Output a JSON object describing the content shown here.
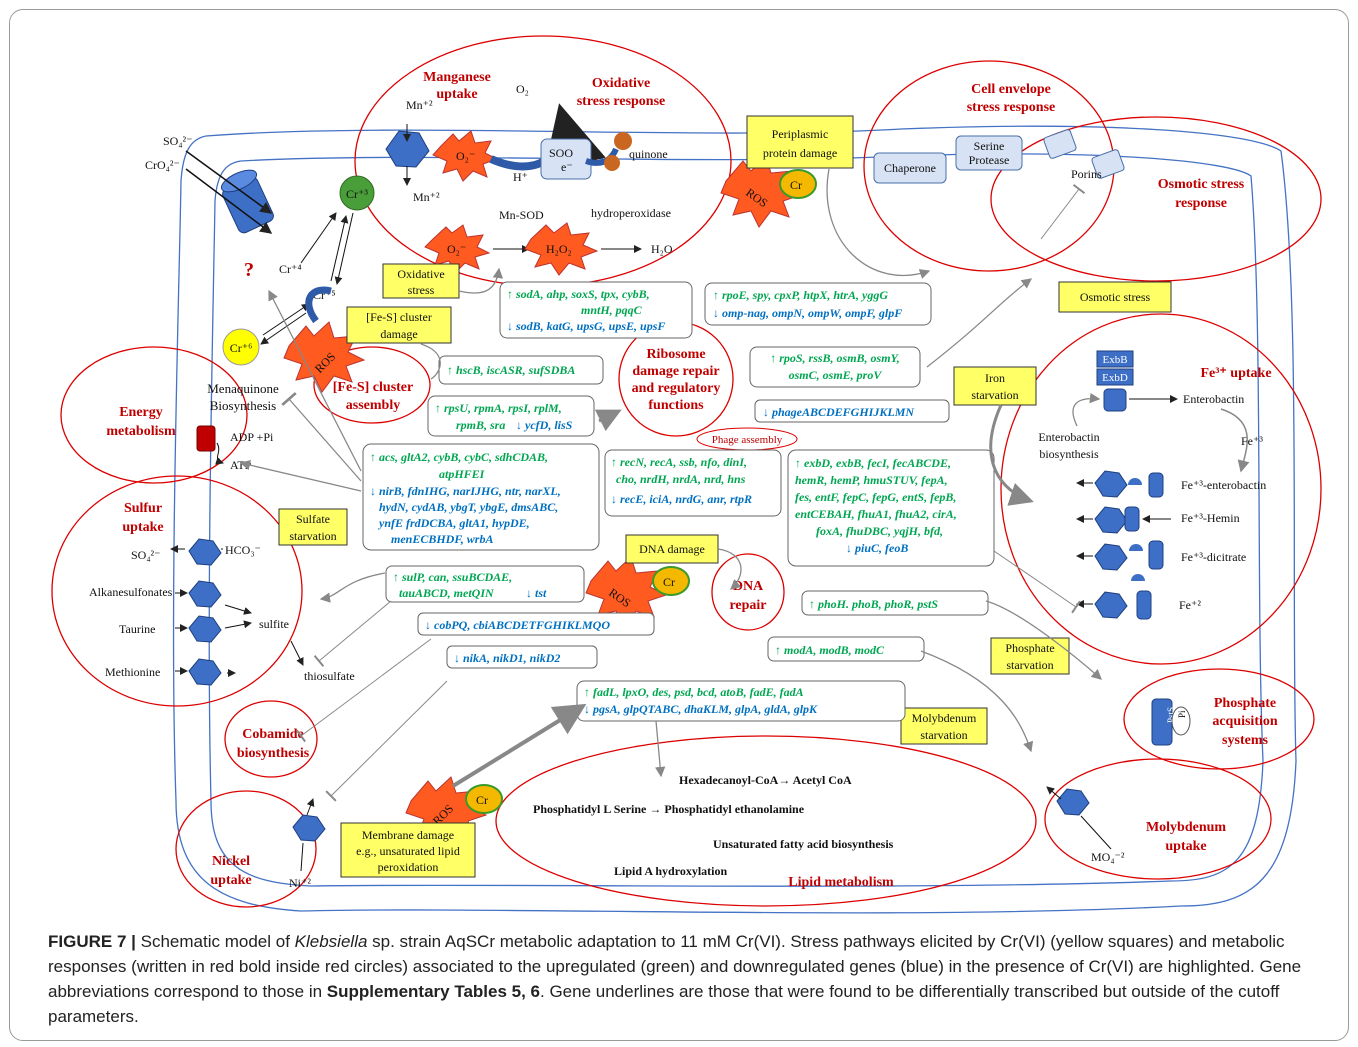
{
  "caption": {
    "figure": "FIGURE 7 |",
    "pre": "Schematic model of",
    "organism": "Klebsiella",
    "post": "sp. strain AqSCr metabolic adaptation to 11 mM Cr(VI). Stress pathways elicited by Cr(VI) (yellow squares) and metabolic responses (written in red bold inside red circles) associated to the upregulated (green) and downregulated genes (blue) in the presence of Cr(VI) are highlighted. Gene abbreviations correspond to those in",
    "tables": "Supplementary Tables 5, 6",
    "tail": ". Gene underlines are those that were found to be differentially transcribed but outside of the cutoff parameters."
  },
  "responses": {
    "manganese": [
      "Manganese",
      "uptake"
    ],
    "oxidative": [
      "Oxidative",
      "stress response"
    ],
    "cell_envelope": [
      "Cell envelope",
      "stress response"
    ],
    "osmotic": [
      "Osmotic stress",
      "response"
    ],
    "fe_uptake": "Fe³⁺ uptake",
    "energy": [
      "Energy",
      "metabolism"
    ],
    "fes_assembly": [
      "[Fe-S] cluster",
      "assembly"
    ],
    "ribosome": [
      "Ribosome",
      "damage repair",
      "and regulatory",
      "functions"
    ],
    "sulfur": [
      "Sulfur",
      "uptake"
    ],
    "dna_repair": [
      "DNA",
      "repair"
    ],
    "phosphate": [
      "Phosphate",
      "acquisition",
      "systems"
    ],
    "cobamide": [
      "Cobamide",
      "biosynthesis"
    ],
    "nickel": [
      "Nickel",
      "uptake"
    ],
    "lipid": "Lipid metabolism",
    "molybdenum": [
      "Molybdenum",
      "uptake"
    ]
  },
  "stresses": {
    "periplasmic": [
      "Periplasmic",
      "protein damage"
    ],
    "oxidative": [
      "Oxidative",
      "stress"
    ],
    "fes": [
      "[Fe-S] cluster",
      "damage"
    ],
    "osmotic": "Osmotic stress",
    "iron": [
      "Iron",
      "starvation"
    ],
    "sulfate": [
      "Sulfate",
      "starvation"
    ],
    "dna": "DNA damage",
    "phosphate": [
      "Phosphate",
      "starvation"
    ],
    "molybdenum": [
      "Molybdenum",
      "starvation"
    ],
    "membrane": [
      "Membrane damage",
      "e.g., unsaturated lipid",
      "peroxidation"
    ]
  },
  "genes": {
    "oxidative_up": [
      "↑ sodA, ahp, soxS, tpx, cybB,",
      "mntH, pqqC"
    ],
    "oxidative_down": "↓ sodB, katG, upsG, upsE, upsF",
    "envelope_up": "↑ rpoE, spy, cpxP, htpX, htrA, yggG",
    "envelope_down": "↓ omp-nag, ompN, ompW, ompF, glpF",
    "osmotic_up": [
      "↑ rpoS, rssB, osmB, osmY,",
      "osmC, osmE, proV"
    ],
    "phage_down": "↓ phageABCDEFGHIJKLMN",
    "fes_up": "↑ hscB, iscASR, sufSDBA",
    "ribo_up": [
      "↑ rpsU, rpmA, rpsI, rplM,",
      "rpmB, sra"
    ],
    "ribo_down": "↓ ycfD, lisS",
    "energy_up": [
      "↑ acs, gltA2, cybB, cybC, sdhCDAB,",
      "atpHFEI"
    ],
    "energy_down": [
      "↓ nirB, fdnIHG, narIJHG, ntr, narXL,",
      "hydN, cydAB, ybgT, ybgE, dmsABC,",
      "ynfE frdDCBA, gltA1, hypDE,",
      "menECBHDF, wrbA"
    ],
    "dna_up": [
      "↑ recN, recA, ssb, nfo, dinI,",
      "cho, nrdH, nrdA, nrd, hns"
    ],
    "dna_down": "↓ recE, iciA, nrdG, anr, rtpR",
    "iron_up": [
      "↑ exbD, exbB, fecI, fecABCDE,",
      "hemR, hemP, hmuSTUV, fepA,",
      "fes, entF, fepC, fepG, entS, fepB,",
      "entCEBAH, fhuA1, fhuA2, cirA,",
      "foxA, fhuDBC, yqjH, bfd,"
    ],
    "iron_down": "↓ piuC, feoB",
    "sulfur_up": [
      "↑ sulP, can, ssuBCDAE,",
      "tauABCD, metQIN"
    ],
    "sulfur_down": "↓ tst",
    "cobamide_down": "↓ cobPQ, cbiABCDETFGHIKLMQO",
    "nickel_down": "↓ nikA, nikD1, nikD2",
    "phosphate_up": "↑ phoH. phoB, phoR, pstS",
    "molybdenum_up": "↑ modA, modB, modC",
    "lipid_up": "↑ fadL, lpxO, des, psd, bcd, atoB, fadE, fadA",
    "lipid_down": "↓ pgsA, glpQTABC, dhaKLM, glpA, gldA, glpK"
  },
  "labels": {
    "so4": "SO₄²⁻",
    "cro4": "CrO₄²⁻",
    "cr3": "Cr⁺³",
    "cr4": "Cr⁺⁴",
    "cr5": "Cr⁺⁵",
    "cr6": "Cr⁺⁶",
    "question": "?",
    "mn_in": "Mn⁺²",
    "mn_out": "Mn⁺²",
    "o2": "O₂",
    "o2_radical": "O₂⁻",
    "soo": "SOO",
    "e": "e⁻",
    "h": "H⁺",
    "quinone": "quinone",
    "mnsod": "Mn-SOD",
    "hydroperoxidase": "hydroperoxidase",
    "h2o2": "H₂O₂",
    "h2o": "H₂O",
    "ros": "ROS",
    "cr": "Cr",
    "chaperone": "Chaperone",
    "serine": [
      "Serine",
      "Protease"
    ],
    "porins": "Porins",
    "menaquinone": [
      "Menaquinone",
      "Biosynthesis"
    ],
    "adp": "ADP +Pi",
    "atp": "ATP",
    "hco3": "HCO₃⁻",
    "so4b": "SO₄²⁻",
    "alkane": "Alkanesulfonates",
    "taurine": "Taurine",
    "methionine": "Methionine",
    "sulfite": "sulfite",
    "thiosulfate": "thiosulfate",
    "phage_assembly": "Phage assembly",
    "exbb": "ExbB",
    "exbd": "ExbD",
    "enterobactin": "Enterobactin",
    "entero_bio": [
      "Enterobactin",
      "biosynthesis"
    ],
    "fe3": "Fe⁺³",
    "fe_entero": "Fe⁺³-enterobactin",
    "fe_hemin": "Fe⁺³-Hemin",
    "fe_dicitrate": "Fe⁺³-dicitrate",
    "fe2": "Fe⁺²",
    "psts": "PstS",
    "pi": "Pi",
    "mo4": "MO₄⁻²",
    "ni": "Ni⁺²",
    "lipid1": "Hexadecanoyl-CoA→ Acetyl CoA",
    "lipid2": "Phosphatidyl L Serine → Phosphatidyl ethanolamine",
    "lipid3": "Unsaturated fatty acid biosynthesis",
    "lipid4": "Lipid A hydroxylation"
  },
  "colors": {
    "response": "#c00000",
    "up": "#00a651",
    "down": "#0070c0",
    "stress_box": "#ffff66",
    "transporter": "#3d6fc7",
    "ros": "#ff5a1f"
  }
}
